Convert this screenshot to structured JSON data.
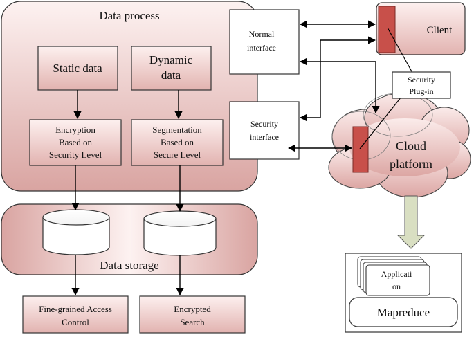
{
  "data_process": {
    "title": "Data process",
    "static_data": "Static data",
    "dynamic_data": [
      "Dynamic",
      "data"
    ],
    "encryption": [
      "Encryption",
      "Based on",
      "Security Level"
    ],
    "segmentation": [
      "Segmentation",
      "Based on",
      "Secure Level"
    ]
  },
  "data_storage": {
    "title": "Data storage"
  },
  "outputs": {
    "access_control": [
      "Fine-grained Access",
      "Control"
    ],
    "encrypted_search": [
      "Encrypted",
      "Search"
    ]
  },
  "interfaces": {
    "normal": [
      "Normal",
      "interface"
    ],
    "security": [
      "Security",
      "interface"
    ]
  },
  "client": {
    "label": "Client"
  },
  "plugin": [
    "Security",
    "Plug-in"
  ],
  "cloud": [
    "Cloud",
    "platform"
  ],
  "app": {
    "application": [
      "Applicati",
      "on"
    ],
    "mapreduce": "Mapreduce"
  },
  "colors": {
    "pink_light": "#fbecea",
    "pink_dark": "#dca8a5",
    "red_bar": "#c8504a",
    "arrow_fill": "#d9dfc2"
  }
}
